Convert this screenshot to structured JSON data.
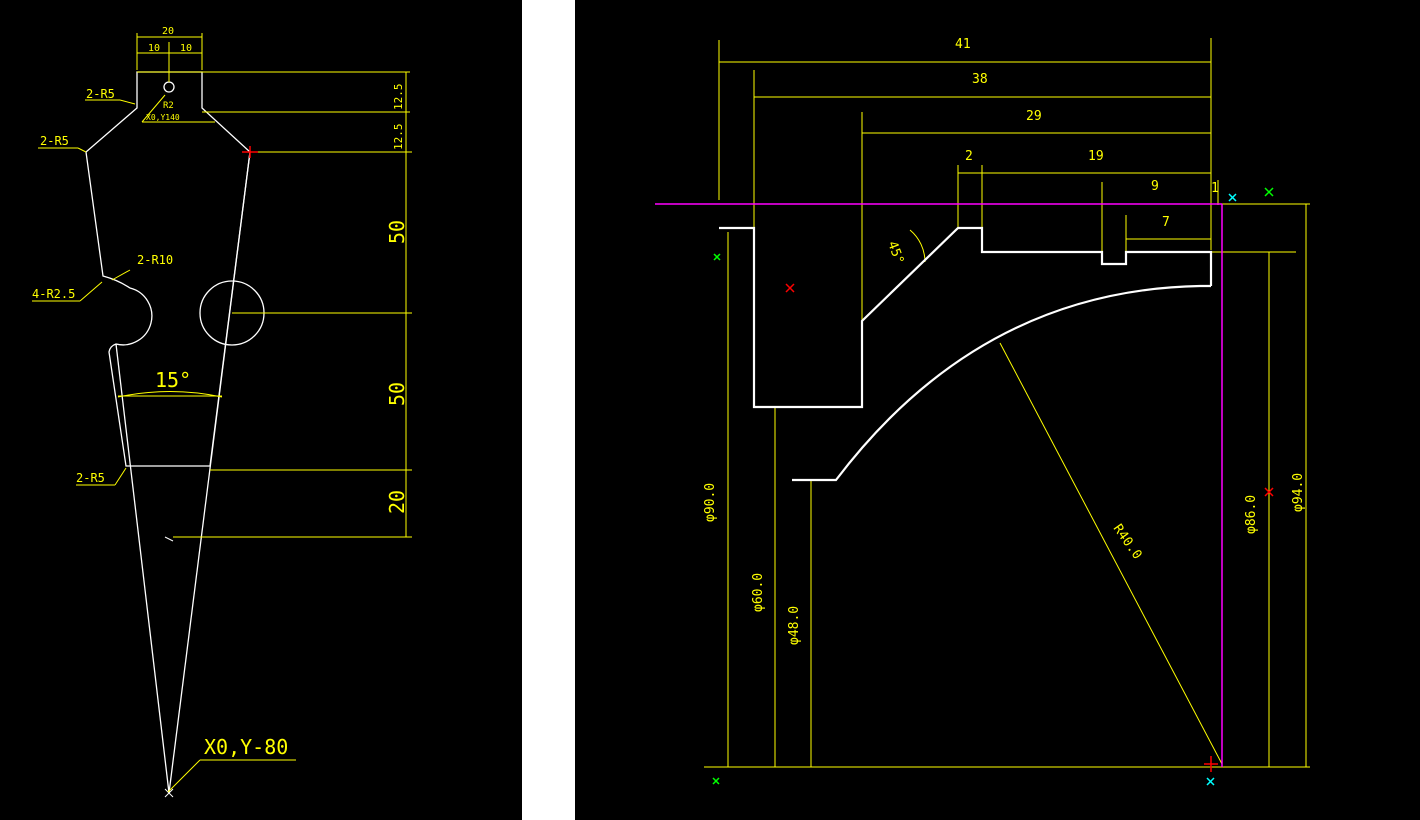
{
  "colors": {
    "background": "#000000",
    "separator": "#ffffff",
    "outline": "#ffffff",
    "dimension": "#ffff00",
    "reference_line": "#ff00ff",
    "marker_red": "#ff0000",
    "marker_green": "#00ff00",
    "marker_cyan": "#00ffff"
  },
  "left_drawing": {
    "dims": {
      "top_width": "20",
      "top_half_left": "10",
      "top_half_right": "10",
      "head_height": "12.5",
      "neck_height": "12.5",
      "upper_length": "50",
      "lower_length": "50",
      "bottom_length": "20",
      "taper_angle": "15°"
    },
    "labels": {
      "top_fillet": "2-R5",
      "hole_radius": "R2",
      "hole_coord": "X0,Y140",
      "shoulder_fillet": "2-R5",
      "notch_radius": "2-R10",
      "notch_fillet": "4-R2.5",
      "lower_fillet": "2-R5",
      "tip_coord": "X0,Y-80"
    }
  },
  "right_drawing": {
    "dims": {
      "overall_length": "41",
      "length_38": "38",
      "length_29": "29",
      "length_2": "2",
      "length_19": "19",
      "length_9": "9",
      "length_1": "1",
      "length_7": "7",
      "chamfer_angle": "45°",
      "radius": "R40.0",
      "dia_90": "φ90.0",
      "dia_60": "φ60.0",
      "dia_48": "φ48.0",
      "dia_86": "φ86.0",
      "dia_94": "φ94.0"
    }
  }
}
